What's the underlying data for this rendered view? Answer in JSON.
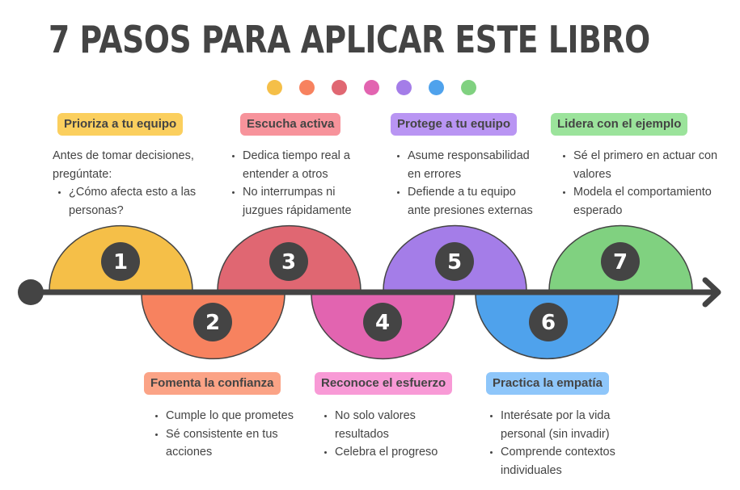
{
  "title": "7 PASOS PARA APLICAR ESTE LIBRO",
  "color_dots": [
    "#f5bf48",
    "#f7825f",
    "#e06772",
    "#e264b0",
    "#a47de8",
    "#4fa2ec",
    "#80d180"
  ],
  "timeline": {
    "line_color": "#444444",
    "start": "circle-start",
    "end": "arrow-head"
  },
  "steps": [
    {
      "number": "1",
      "title": "Prioriza a tu equipo",
      "position": "top",
      "color": "#f5bf48",
      "label_bg": "#fbcf5e",
      "intro": "Antes de tomar decisiones, pregúntate:",
      "bullets": [
        "¿Cómo afecta esto a las personas?"
      ]
    },
    {
      "number": "2",
      "title": "Fomenta la confianza",
      "position": "bottom",
      "color": "#f7825f",
      "label_bg": "#fba386",
      "bullets": [
        "Cumple lo que prometes",
        "Sé consistente en tus acciones"
      ]
    },
    {
      "number": "3",
      "title": "Escucha activa",
      "position": "top",
      "color": "#e06772",
      "label_bg": "#f7939b",
      "bullets": [
        "Dedica tiempo real a entender a otros",
        "No interrumpas ni juzgues rápidamente"
      ]
    },
    {
      "number": "4",
      "title": "Reconoce el esfuerzo",
      "position": "bottom",
      "color": "#e264b0",
      "label_bg": "#f89ad6",
      "bullets": [
        "No solo valores resultados",
        "Celebra el progreso"
      ]
    },
    {
      "number": "5",
      "title": "Protege a tu equipo",
      "position": "top",
      "color": "#a47de8",
      "label_bg": "#b995f3",
      "bullets": [
        "Asume responsabilidad en errores",
        "Defiende a tu equipo ante presiones externas"
      ]
    },
    {
      "number": "6",
      "title": "Practica la empatía",
      "position": "bottom",
      "color": "#4fa2ec",
      "label_bg": "#8ec6fa",
      "bullets": [
        "Interésate por la vida personal (sin invadir)",
        "Comprende contextos individuales"
      ]
    },
    {
      "number": "7",
      "title": "Lidera con el ejemplo",
      "position": "top",
      "color": "#80d180",
      "label_bg": "#9be39b",
      "bullets": [
        "Sé el primero en actuar con valores",
        "Modela el comportamiento esperado"
      ]
    }
  ]
}
